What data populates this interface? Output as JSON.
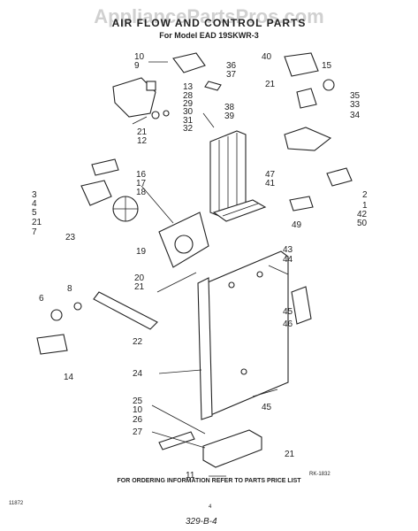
{
  "watermark": "AppliancePartsPros.com",
  "title": "AIR FLOW AND CONTROL PARTS",
  "subtitle": "For Model EAD 19SKWR-3",
  "labels": [
    "10",
    "9",
    "36",
    "37",
    "13",
    "28",
    "29",
    "30",
    "31",
    "32",
    "38",
    "39",
    "21",
    "12",
    "40",
    "15",
    "21",
    "35",
    "33",
    "34",
    "47",
    "41",
    "2",
    "1",
    "42",
    "50",
    "16",
    "17",
    "18",
    "3",
    "4",
    "5",
    "21",
    "7",
    "23",
    "19",
    "20",
    "21",
    "49",
    "43",
    "44",
    "8",
    "6",
    "45",
    "46",
    "22",
    "14",
    "24",
    "45",
    "25",
    "10",
    "26",
    "27",
    "21",
    "11"
  ],
  "code_ref": "RK-1832",
  "footer": "FOR ORDERING INFORMATION REFER TO PARTS PRICE LIST",
  "left_code": "11872",
  "page_number": "4",
  "handwriting": "329-B-4"
}
